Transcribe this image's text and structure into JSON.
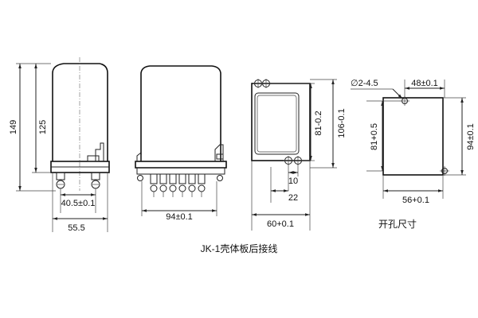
{
  "caption": "JK-1壳体板后接线",
  "views": {
    "side": {
      "dim_total_height": "149",
      "dim_cover_height": "125",
      "dim_pin_spacing": "40.5±0.1",
      "dim_base_width": "55.5"
    },
    "front": {
      "dim_terminal_width": "94±0.1"
    },
    "back": {
      "dim_mount_height": "81-0.2",
      "dim_total_height": "106-0.1",
      "dim_pin_pitch": "10",
      "dim_pin_span": "22",
      "dim_width": "60+0.1"
    },
    "cutout": {
      "title": "开孔尺寸",
      "dim_holes": "∅2-4.5",
      "dim_hole_spacing": "48±0.1",
      "dim_hole_vertical": "81+0.5",
      "dim_height": "94±0.1",
      "dim_width": "56+0.1"
    }
  }
}
